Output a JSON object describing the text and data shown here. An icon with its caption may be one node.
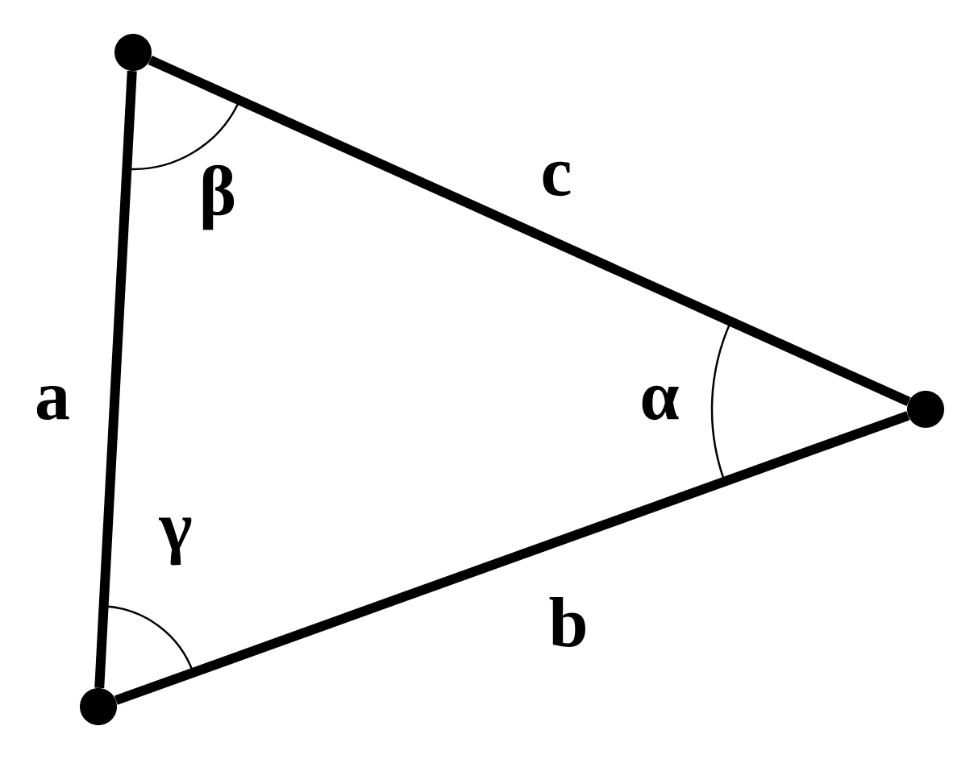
{
  "diagram": {
    "nodes": [
      {
        "text": [],
        "shape": "circle"
      },
      {
        "text": [],
        "shape": "circle"
      },
      {
        "text": [],
        "shape": "circle"
      }
    ],
    "edges": [
      {
        "from": 0,
        "to": 2,
        "arrow": "none",
        "label": "a"
      },
      {
        "from": 2,
        "to": 1,
        "arrow": "none",
        "label": "b"
      },
      {
        "from": 0,
        "to": 1,
        "arrow": "none",
        "label": "c"
      }
    ],
    "labels": [
      "β",
      "α",
      "γ"
    ]
  }
}
